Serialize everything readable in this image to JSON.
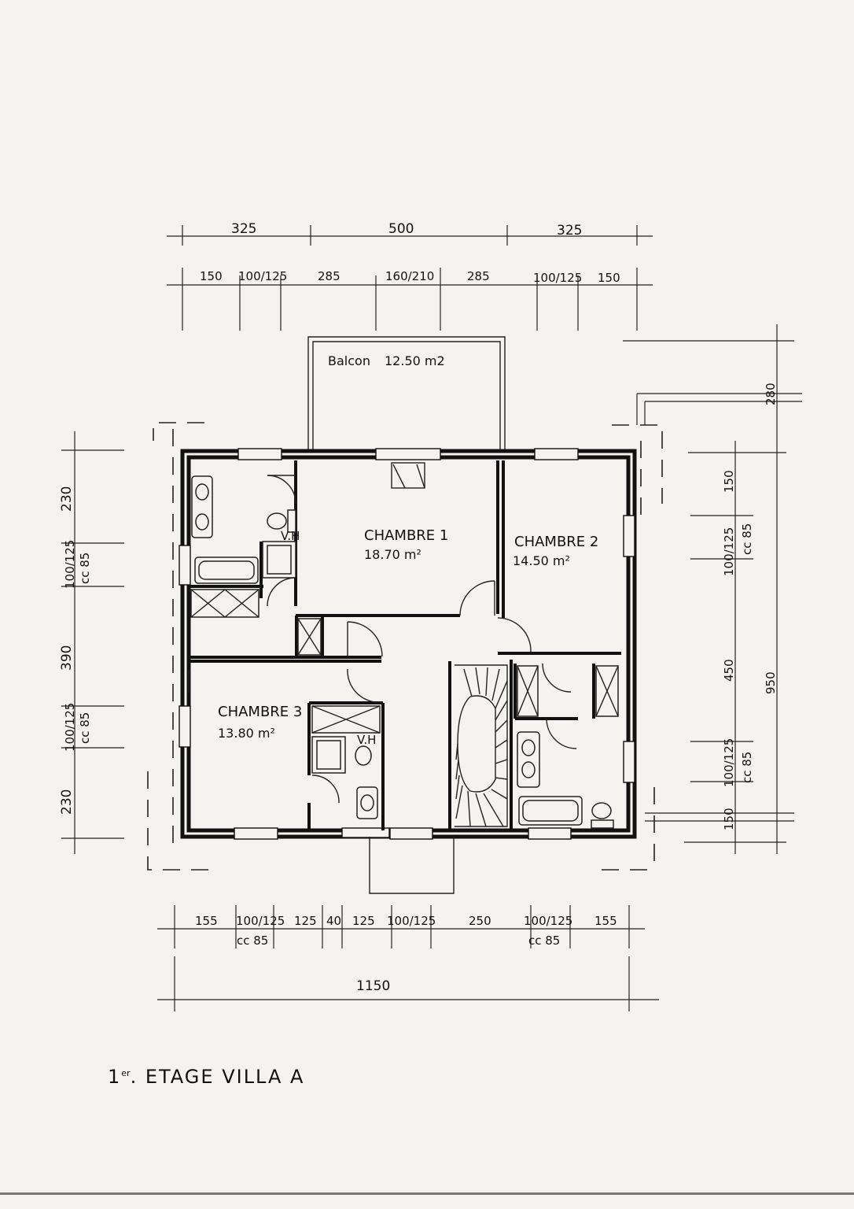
{
  "title": {
    "prefix": "1",
    "superscript": "er",
    "text": "ETAGE VILLA A"
  },
  "balcony": {
    "label": "Balcon",
    "area": "12.50 m2"
  },
  "rooms": [
    {
      "name": "CHAMBRE 1",
      "area": "18.70 m²"
    },
    {
      "name": "CHAMBRE 2",
      "area": "14.50 m²"
    },
    {
      "name": "CHAMBRE 3",
      "area": "13.80 m²"
    }
  ],
  "fixture_labels": {
    "ventilation": "V.H"
  },
  "dimensions": {
    "top_overall": [
      "325",
      "500",
      "325"
    ],
    "top_detail": [
      "150",
      "100/125",
      "285",
      "160/210",
      "285",
      "100/125",
      "150"
    ],
    "bottom_detail": [
      "155",
      "100/125",
      "125",
      "40",
      "125",
      "100/125",
      "250",
      "100/125",
      "155"
    ],
    "bottom_cc": [
      "cc 85",
      "cc 85"
    ],
    "bottom_total": "1150",
    "left": [
      "230",
      "100/125",
      "cc 85",
      "390",
      "100/125",
      "cc 85",
      "230"
    ],
    "right": [
      "280",
      "150",
      "100/125",
      "cc 85",
      "450",
      "950",
      "100/125",
      "cc 85",
      "150"
    ]
  }
}
